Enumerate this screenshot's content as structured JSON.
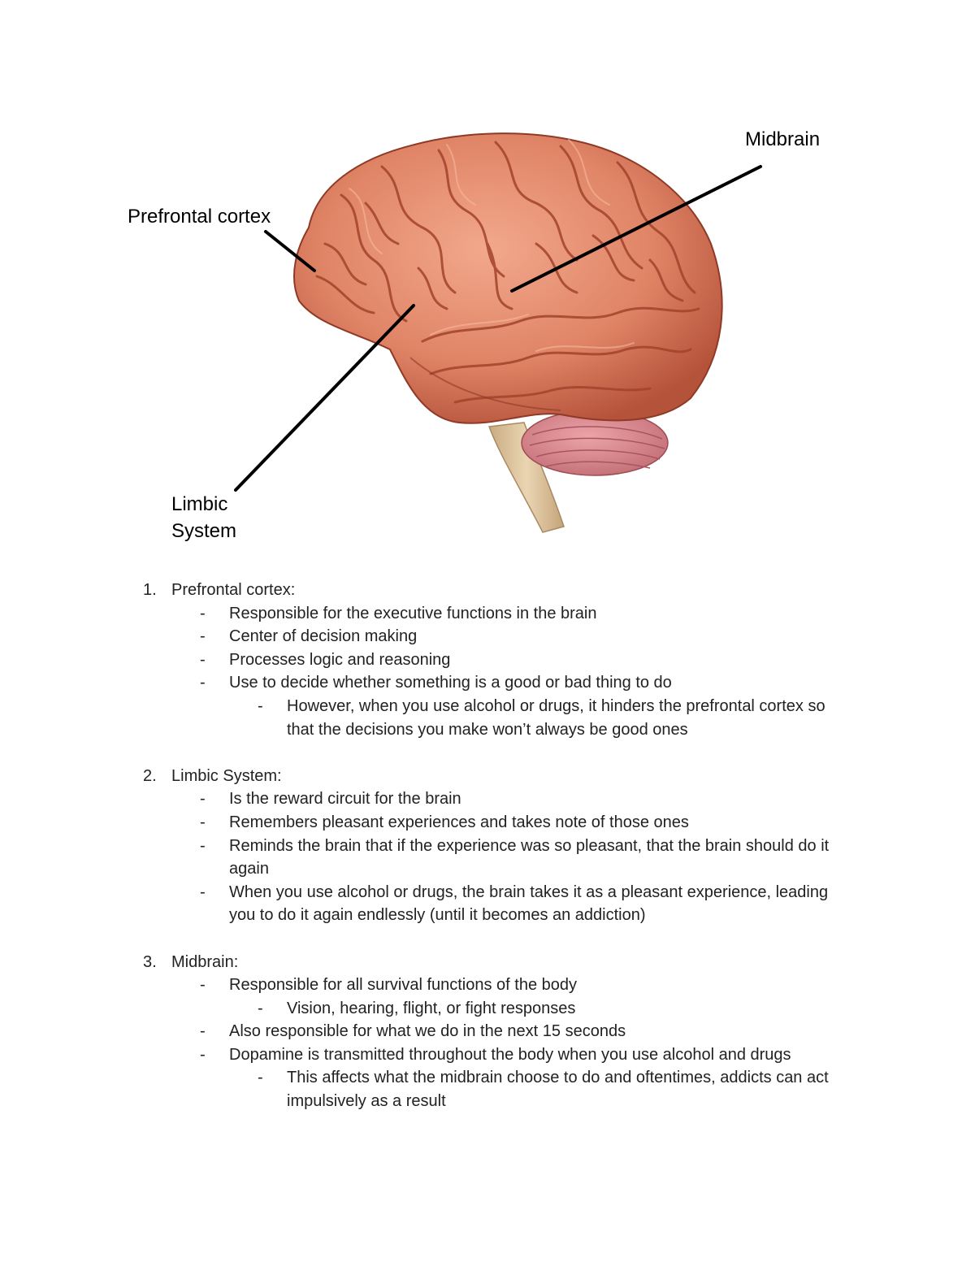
{
  "diagram": {
    "labels": {
      "prefrontal": "Prefrontal cortex",
      "midbrain": "Midbrain",
      "limbic_line1": "Limbic",
      "limbic_line2": "System"
    }
  },
  "notes": {
    "sections": [
      {
        "number": "1.",
        "title": "Prefrontal cortex:",
        "bullets": [
          "Responsible for the executive functions in the brain",
          "Center of decision making",
          "Processes logic and reasoning",
          "Use to decide whether something is a good or bad thing to do"
        ],
        "sub_bullets": [
          "However, when you use alcohol or drugs, it hinders the prefrontal cortex so that the decisions you make won’t always be good ones"
        ]
      },
      {
        "number": "2.",
        "title": "Limbic System:",
        "bullets": [
          "Is the reward circuit for the brain",
          "Remembers pleasant experiences and takes note of those ones",
          "Reminds the brain that if the experience was so pleasant, that the brain should do it again",
          "When you use alcohol or drugs, the brain takes it as a pleasant experience, leading you to do it again endlessly (until it becomes an addiction)"
        ]
      },
      {
        "number": "3.",
        "title": "Midbrain:",
        "bullets": [
          "Responsible for all survival functions of the body",
          "Also responsible for what we do in the next 15 seconds",
          "Dopamine is transmitted throughout the body when you use alcohol and drugs"
        ],
        "sub_bullets": [
          "Vision, hearing, flight, or fight responses",
          "This affects what the midbrain choose to do and oftentimes, addicts can act impulsively as a result"
        ]
      }
    ],
    "dash": "-"
  },
  "colors": {
    "brain": "#e08466",
    "brain_shadow": "#a8452e",
    "cerebellum": "#d98a90",
    "brainstem": "#e0c7a2"
  }
}
